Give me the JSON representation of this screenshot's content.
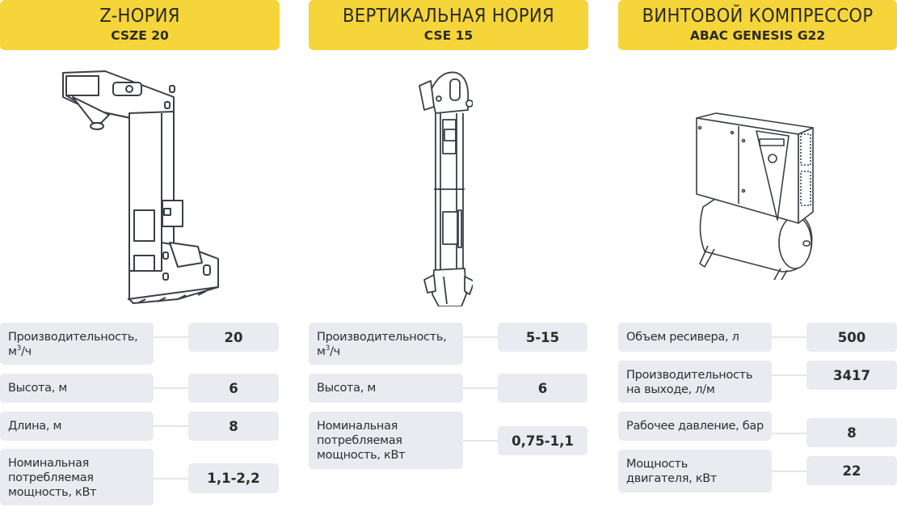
{
  "columns": [
    {
      "id": "z-noria",
      "title": "Z-НОРИЯ",
      "model": "CSZE 20",
      "illustration": "z-bucket-elevator-drawing",
      "specs": [
        {
          "label": "Производительность,",
          "label2": "м",
          "unit_sup": "3",
          "label2_tail": "/ч",
          "value": "20"
        },
        {
          "label": "Высота, м",
          "value": "6"
        },
        {
          "label": "Длина, м",
          "value": "8"
        },
        {
          "label_lines": [
            "Номинальная",
            "потребляемая",
            "мощность, кВт"
          ],
          "value": "1,1-2,2"
        }
      ]
    },
    {
      "id": "vertical-noria",
      "title": "ВЕРТИКАЛЬНАЯ НОРИЯ",
      "model": "CSE 15",
      "illustration": "vertical-bucket-elevator-drawing",
      "specs": [
        {
          "label": "Производительность,",
          "label2": "м",
          "unit_sup": "3",
          "label2_tail": "/ч",
          "value": "5-15"
        },
        {
          "label": "Высота, м",
          "value": "6"
        },
        {
          "label_lines": [
            "Номинальная",
            "потребляемая",
            "мощность, кВт"
          ],
          "value": "0,75-1,1"
        }
      ]
    },
    {
      "id": "screw-compressor",
      "title": "ВИНТОВОЙ КОМПРЕССОР",
      "model": "ABAC GENESIS G22",
      "illustration": "screw-compressor-drawing",
      "specs": [
        {
          "label": "Объем ресивера, л",
          "value": "500"
        },
        {
          "label_lines": [
            "Производительность",
            "на выходе, л/м"
          ],
          "value": "3417"
        },
        {
          "label": "Рабочее давление, бар",
          "value": "8"
        },
        {
          "label_lines": [
            "Мощность",
            "двигателя, кВт"
          ],
          "value": "22"
        }
      ]
    }
  ],
  "colors": {
    "header_bg": "#f5d539",
    "spec_box_bg": "#e9ebf1",
    "connector": "#e3e5ea",
    "text": "#2b2b2b"
  }
}
